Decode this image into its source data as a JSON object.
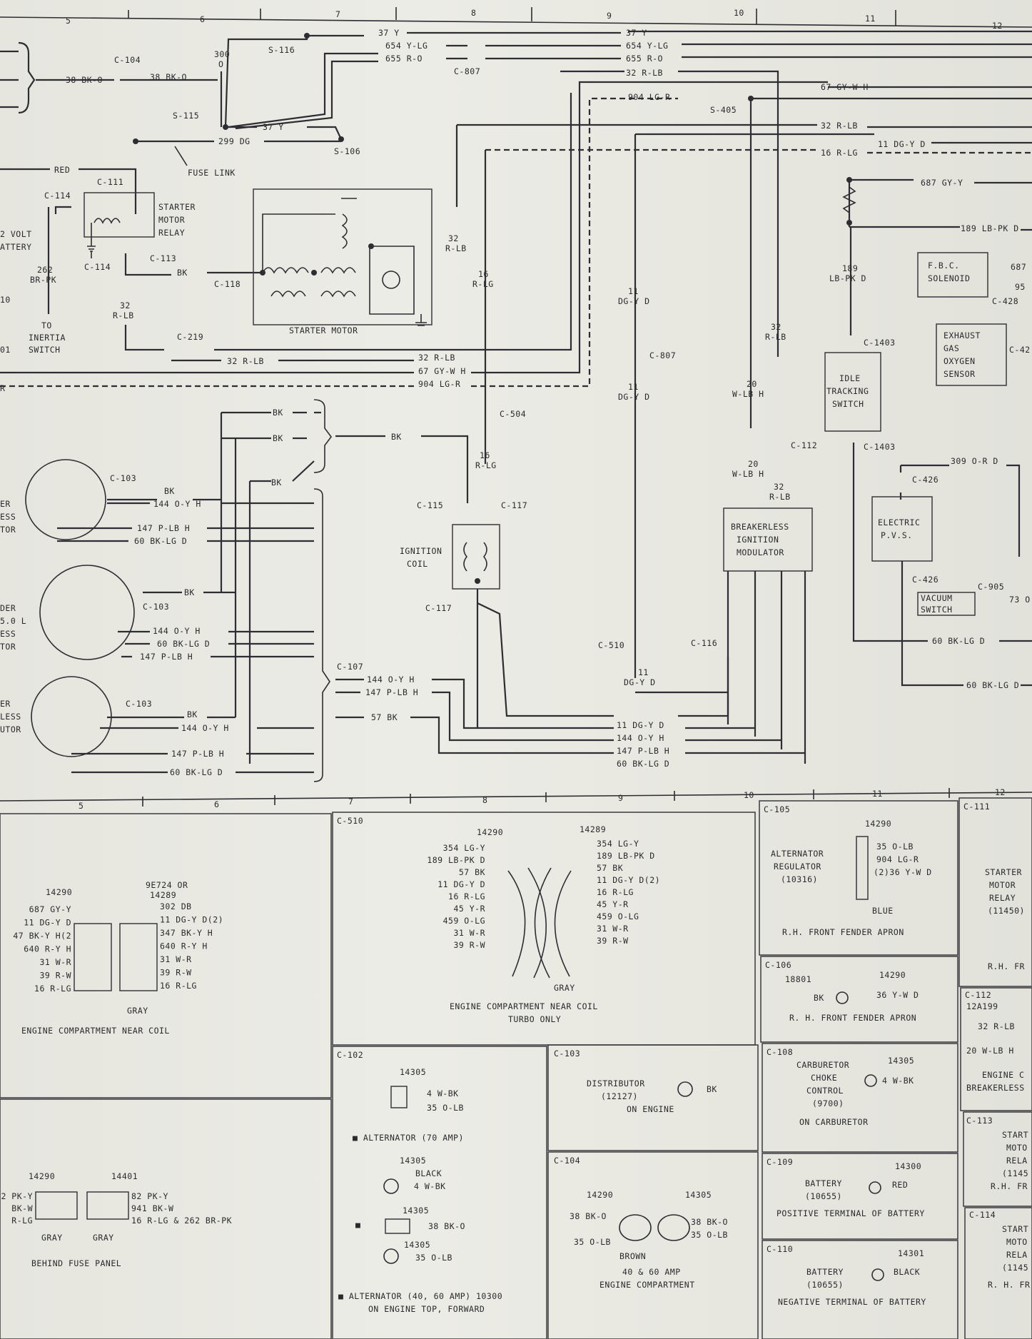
{
  "grid_top": [
    "5",
    "6",
    "7",
    "8",
    "9",
    "10",
    "11",
    "12"
  ],
  "grid_mid": [
    "5",
    "6",
    "7",
    "8",
    "9",
    "10",
    "11",
    "12"
  ],
  "splices": {
    "s116": "S-116",
    "s115": "S-115",
    "s106": "S-106",
    "s405": "S-405"
  },
  "conns": {
    "c104": "C-104",
    "c807": "C-807",
    "c807b": "C-807",
    "c111": "C-111",
    "c114": "C-114",
    "c114b": "C-114",
    "c113": "C-113",
    "c118": "C-118",
    "c219": "C-219",
    "c103a": "C-103",
    "c103b": "C-103",
    "c103c": "C-103",
    "c107": "C-107",
    "c504": "C-504",
    "c115": "C-115",
    "c117": "C-117",
    "c117b": "C-117",
    "c510": "C-510",
    "c116": "C-116",
    "c112": "C-112",
    "c1403a": "C-1403",
    "c1403b": "C-1403",
    "c426a": "C-426",
    "c426b": "C-426",
    "c905": "C-905",
    "c428": "C-428",
    "c42x": "C-42"
  },
  "wires": {
    "w37y": "37 Y",
    "w654": "654 Y-LG",
    "w655": "655 R-O",
    "w37y_r": "37 Y",
    "w654_r": "654 Y-LG",
    "w655_r": "655 R-O",
    "w32rlb_top": "32 R-LB",
    "w904": "904 LG-R",
    "w67": "67 GY-W H",
    "w32rlb_t2": "32 R-LB",
    "w11dgy": "11 DG-Y D",
    "w16rlg": "16 R-LG",
    "w687": "687 GY-Y",
    "w189": "189 LB-PK D",
    "w189v": "189",
    "w189v2": "LB-PK D",
    "w38bko_a": "38 BK-O",
    "w38bko_b": "38 BK-O",
    "w300": "300",
    "w300b": "O",
    "w299": "299 DG",
    "w37yb": "37 Y",
    "red": "RED",
    "w262": "262",
    "w262b": "BR-PK",
    "wbk118": "BK",
    "w32v": "32",
    "w32vb": "R-LB",
    "w32rlb_c219": "32 R-LB",
    "w32rlb_r": "32 R-LB",
    "w67_r": "67 GY-W H",
    "w904_r": "904 LG-R",
    "w32v_mid": "32",
    "w32v_midb": "R-LB",
    "w16v": "16",
    "w16vb": "R-LG",
    "w11v": "11",
    "w11vb": "DG-Y D",
    "w11v2": "11",
    "w11v2b": "DG-Y D",
    "w32v_r": "32",
    "w32v_rb": "R-LB",
    "w20": "20",
    "w20b": "W-LB H",
    "w20c": "20",
    "w20d": "W-LB H",
    "w32e": "32",
    "w32f": "R-LB",
    "bk1": "BK",
    "bk2": "BK",
    "bk3": "BK",
    "bkm": "BK",
    "bk_c103a": "BK",
    "bk_c103b": "BK",
    "bk_c103c": "BK",
    "w144a": "144 O-Y H",
    "w147a": "147 P-LB H",
    "w60a": "60 BK-LG D",
    "w144b": "144 O-Y H",
    "w60b": "60 BK-LG D",
    "w147b": "147 P-LB H",
    "w144c": "144 O-Y H",
    "w147c": "147 P-LB H",
    "w60c": "60 BK-LG D",
    "w144d": "144 O-Y H",
    "w147d": "147 P-LB H",
    "w57": "57 BK",
    "w16v2": "16",
    "w16v2b": "R-LG",
    "w11v3": "11",
    "w11v3b": "DG-Y D",
    "b11": "11 DG-Y D",
    "b144": "144 O-Y H",
    "b147": "147 P-LB H",
    "b60": "60 BK-LG D",
    "w309": "309 O-R D",
    "w73": "73 O",
    "w60r1": "60 BK-LG D",
    "w60r2": "60 BK-LG D",
    "w687r": "687",
    "w95": "95"
  },
  "labels": {
    "fuselink": "FUSE LINK",
    "starter_relay": [
      "STARTER",
      "MOTOR",
      "RELAY"
    ],
    "battery": [
      "2 VOLT",
      "ATTERY"
    ],
    "to_inertia": [
      "TO",
      "INERTIA",
      "SWITCH"
    ],
    "num10": "10",
    "num01": "01",
    "starter_motor": "STARTER MOTOR",
    "r": "R",
    "ignition_coil": [
      "IGNITION",
      "COIL"
    ],
    "modulator": [
      "BREAKERLESS",
      "IGNITION",
      "MODULATOR"
    ],
    "fbc": [
      "F.B.C.",
      "SOLENOID"
    ],
    "exhaust": [
      "EXHAUST",
      "GAS",
      "OXYGEN",
      "SENSOR"
    ],
    "idle": [
      "IDLE",
      "TRACKING",
      "SWITCH"
    ],
    "pvs": [
      "ELECTRIC",
      "P.V.S."
    ],
    "vacuum": [
      "VACUUM",
      "SWITCH"
    ],
    "dist1": [
      "ER",
      "ESS",
      "TOR"
    ],
    "dist2": [
      "DER",
      "5.0 L",
      "ESS",
      "TOR"
    ],
    "dist3": [
      "ER",
      "LESS",
      "UTOR"
    ]
  },
  "panels": {
    "left_top": {
      "p1": "14290",
      "p2": "9E724 OR",
      "p3": "14289",
      "left_pins": [
        "687 GY-Y",
        "11 DG-Y D",
        "47 BK-Y H(2",
        "640 R-Y H",
        "31 W-R",
        "39 R-W",
        "16 R-LG"
      ],
      "right_pins": [
        "302 DB",
        "11 DG-Y D(2)",
        "347 BK-Y H",
        "640 R-Y H",
        "31 W-R",
        "39 R-W",
        "16 R-LG"
      ],
      "gray": "GRAY",
      "caption": "ENGINE COMPARTMENT NEAR COIL"
    },
    "left_bot": {
      "p1": "14290",
      "p2": "14401",
      "left_pins": [
        "2 PK-Y",
        "BK-W",
        "R-LG"
      ],
      "right_pins": [
        "82 PK-Y",
        "941 BK-W",
        "16 R-LG & 262 BR-PK"
      ],
      "gray1": "GRAY",
      "gray2": "GRAY",
      "caption": "BEHIND FUSE PANEL"
    },
    "c510": {
      "title": "C-510",
      "p1": "14290",
      "p2": "14289",
      "left_pins": [
        "354 LG-Y",
        "189 LB-PK D",
        "57 BK",
        "11 DG-Y D",
        "16 R-LG",
        "45 Y-R",
        "459 O-LG",
        "31 W-R",
        "39 R-W"
      ],
      "right_pins": [
        "354 LG-Y",
        "189 LB-PK D",
        "57 BK",
        "11 DG-Y D(2)",
        "16 R-LG",
        "45 Y-R",
        "459 O-LG",
        "31 W-R",
        "39 R-W"
      ],
      "gray": "GRAY",
      "caption": [
        "ENGINE COMPARTMENT NEAR COIL",
        "TURBO ONLY"
      ]
    },
    "c102": {
      "title": "C-102",
      "p1": "14305",
      "a1": "4 W-BK",
      "a2": "35 O-LB",
      "alt70": "■ ALTERNATOR (70 AMP)",
      "p2": "14305",
      "black": "BLACK",
      "b1": "4 W-BK",
      "p3": "14305",
      "c1": "38 BK-O",
      "p4": "14305",
      "d1": "35 O-LB",
      "caption": [
        "■ ALTERNATOR (40, 60 AMP) 10300",
        "ON ENGINE TOP, FORWARD"
      ]
    },
    "c103": {
      "title": "C-103",
      "name": [
        "DISTRIBUTOR",
        "(12127)"
      ],
      "bk": "BK",
      "caption": "ON ENGINE"
    },
    "c104": {
      "title": "C-104",
      "p1": "14290",
      "p2": "14305",
      "l1": "38 BK-O",
      "l2": "35 O-LB",
      "r1": "38 BK-O",
      "r2": "35 O-LB",
      "brown": "BROWN",
      "caption": [
        "40 & 60 AMP",
        "ENGINE COMPARTMENT"
      ]
    },
    "c105": {
      "title": "C-105",
      "p": "14290",
      "name": [
        "ALTERNATOR",
        "REGULATOR",
        "(10316)"
      ],
      "pins": [
        "35 O-LB",
        "904 LG-R",
        "(2)36 Y-W D"
      ],
      "blue": "BLUE",
      "caption": "R.H. FRONT FENDER APRON"
    },
    "c106": {
      "title": "C-106",
      "p1": "18801",
      "p2": "14290",
      "bk": "BK",
      "w": "36 Y-W D",
      "caption": "R. H. FRONT FENDER APRON"
    },
    "c108": {
      "title": "C-108",
      "p": "14305",
      "name": [
        "CARBURETOR",
        "CHOKE",
        "CONTROL",
        "(9700)"
      ],
      "w": "4 W-BK",
      "caption": "ON CARBURETOR"
    },
    "c109": {
      "title": "C-109",
      "p": "14300",
      "name": [
        "BATTERY",
        "(10655)"
      ],
      "w": "RED",
      "caption": "POSITIVE TERMINAL OF BATTERY"
    },
    "c110": {
      "title": "C-110",
      "p": "14301",
      "name": [
        "BATTERY",
        "(10655)"
      ],
      "w": "BLACK",
      "caption": "NEGATIVE TERMINAL OF BATTERY"
    },
    "c111": {
      "title": "C-111",
      "name": [
        "STARTER",
        "MOTOR",
        "RELAY",
        "(11450)"
      ],
      "cap": "R.H. FR"
    },
    "c112": {
      "title": "C-112",
      "p": "12A199",
      "a": "32 R-LB",
      "b": "20 W-LB H",
      "cap": [
        "ENGINE C",
        "BREAKERLESS"
      ]
    },
    "c113": {
      "title": "C-113",
      "name": [
        "START",
        "MOTO",
        "RELA",
        "(1145"
      ],
      "cap": "R.H. FR"
    },
    "c114": {
      "title": "C-114",
      "name": [
        "START",
        "MOTO",
        "RELA",
        "(1145"
      ],
      "cap": "R. H. FR"
    }
  }
}
